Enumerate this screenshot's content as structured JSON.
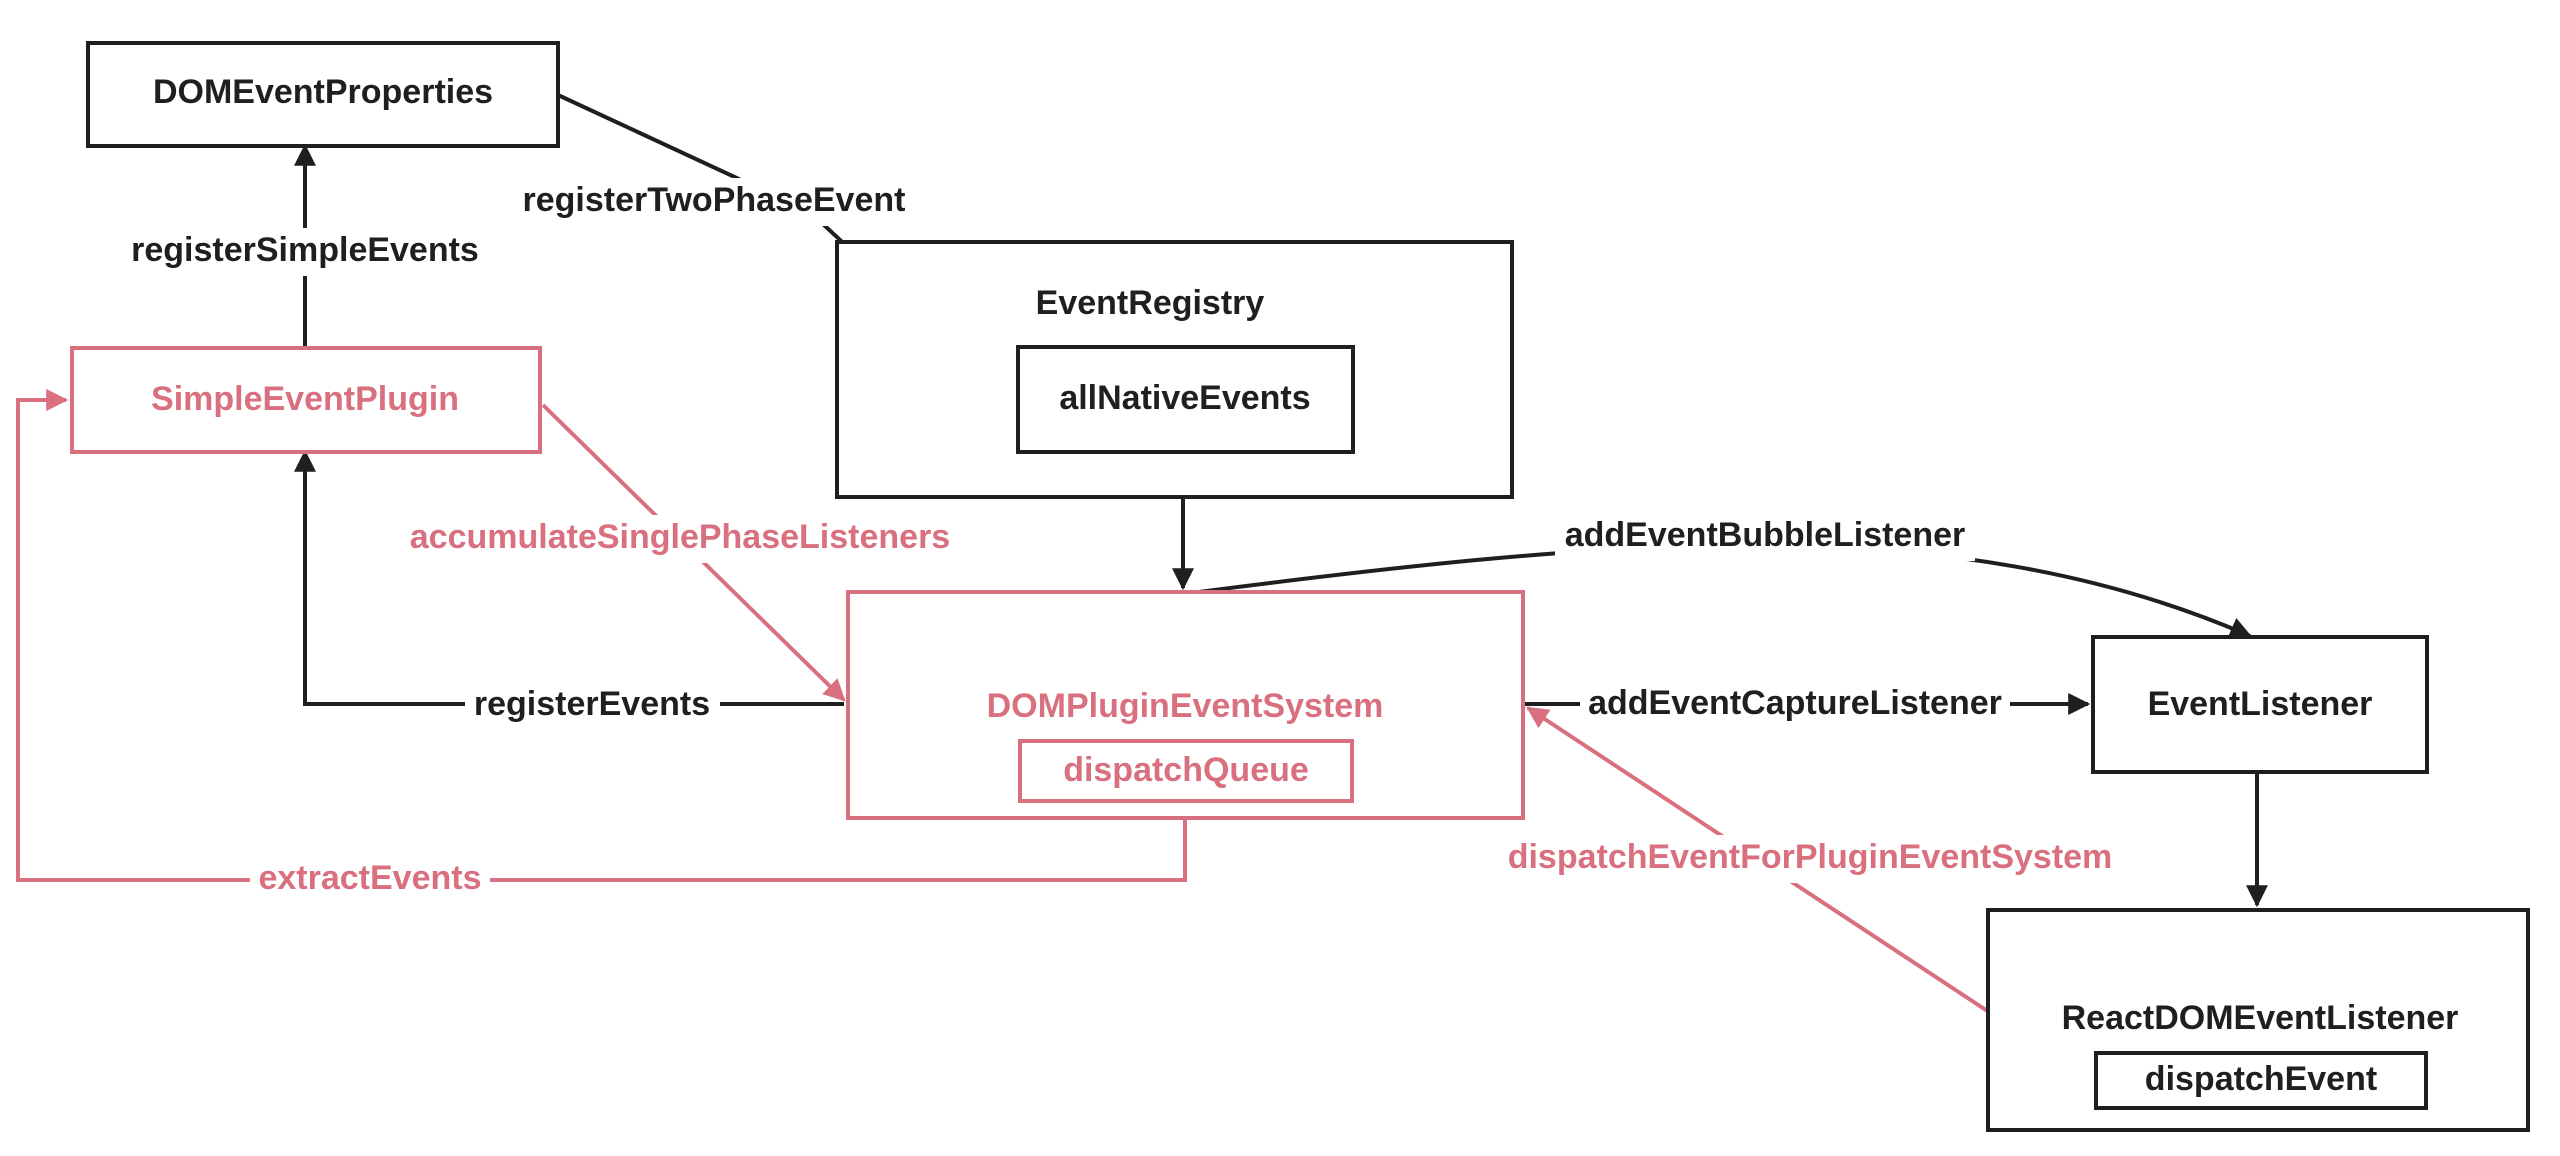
{
  "colors": {
    "black": "#1f1f1f",
    "pink": "#d9707f",
    "background": "#ffffff"
  },
  "nodes": {
    "dom_event_properties": "DOMEventProperties",
    "event_registry": "EventRegistry",
    "all_native_events": "allNativeEvents",
    "simple_event_plugin": "SimpleEventPlugin",
    "dom_plugin_event_system": "DOMPluginEventSystem",
    "dispatch_queue": "dispatchQueue",
    "event_listener": "EventListener",
    "react_dom_event_listener": "ReactDOMEventListener",
    "dispatch_event": "dispatchEvent"
  },
  "edges": {
    "register_simple_events": "registerSimpleEvents",
    "register_two_phase_event": "registerTwoPhaseEvent",
    "accumulate_single_phase_listeners": "accumulateSinglePhaseListeners",
    "register_events": "registerEvents",
    "extract_events": "extractEvents",
    "add_event_bubble_listener": "addEventBubbleListener",
    "add_event_capture_listener": "addEventCaptureListener",
    "dispatch_event_for_plugin_event_system": "dispatchEventForPluginEventSystem"
  }
}
